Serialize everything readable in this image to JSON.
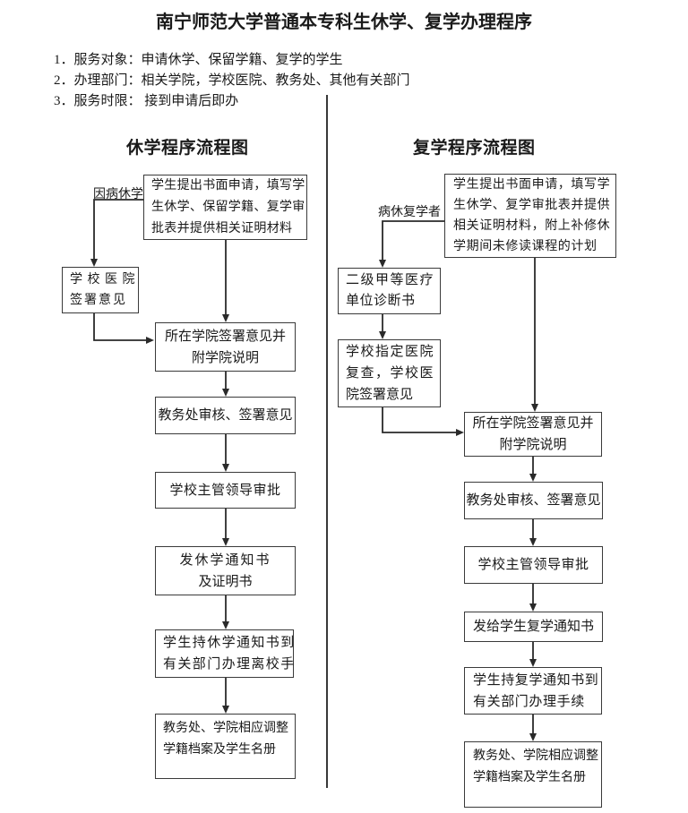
{
  "title": "南宁师范大学普通本专科生休学、复学办理程序",
  "notes": [
    "1．服务对象：申请休学、保留学籍、复学的学生",
    "2．办理部门：相关学院，学校医院、教务处、其他有关部门",
    "3．服务时限： 接到申请后即办"
  ],
  "left": {
    "header": "休学程序流程图",
    "trigger": "因病休学",
    "nodes": {
      "apply": [
        "学生提出书面申请，填写学",
        "生休学、保留学籍、复学审",
        "批表并提供相关证明材料"
      ],
      "hospital": [
        "学 校 医 院",
        "签署意见"
      ],
      "college": [
        "所在学院签署意见并",
        "附学院说明"
      ],
      "academic": [
        "教务处审核、签署意见"
      ],
      "leader": [
        "学校主管领导审批"
      ],
      "notice": [
        "发休学通知书",
        "及证明书"
      ],
      "leave": [
        "学生持休学通知书到",
        "有关部门办理离校手"
      ],
      "archive": [
        "教务处、学院相应调整",
        "学籍档案及学生名册"
      ]
    }
  },
  "right": {
    "header": "复学程序流程图",
    "trigger": "病休复学者",
    "nodes": {
      "apply": [
        "学生提出书面申请，填写学",
        "生休学、复学审批表并提供",
        "相关证明材料，附上补修休",
        "学期间未修读课程的计划"
      ],
      "diagnosis": [
        "二级甲等医疗",
        "单位诊断书"
      ],
      "recheck": [
        "学校指定医院",
        "复查，学校医",
        "院签署意见"
      ],
      "college": [
        "所在学院签署意见并",
        "附学院说明"
      ],
      "academic": [
        "教务处审核、签署意见"
      ],
      "leader": [
        "学校主管领导审批"
      ],
      "notice": [
        "发给学生复学通知书"
      ],
      "procedure": [
        "学生持复学通知书到",
        "有关部门办理手续"
      ],
      "archive": [
        "教务处、学院相应调整",
        "学籍档案及学生名册"
      ]
    }
  }
}
